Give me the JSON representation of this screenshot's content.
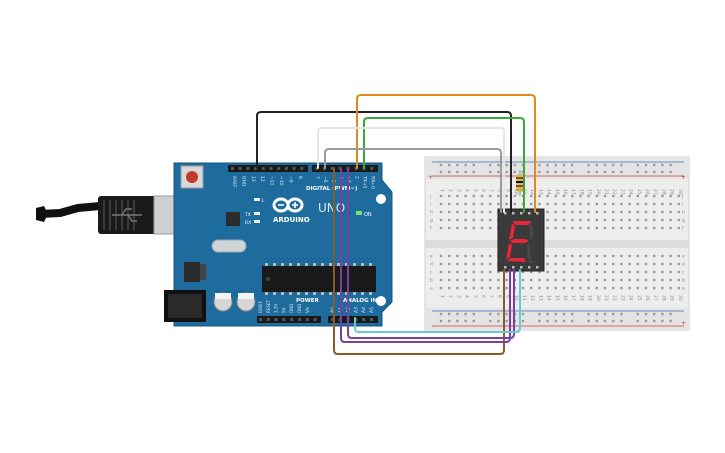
{
  "arduino": {
    "brand": "ARDUINO",
    "model": "UNO",
    "digital_header": "DIGITAL (PWM~)",
    "analog_header": "ANALOG IN",
    "power_header": "POWER",
    "on_led": "ON",
    "tx": "TX",
    "rx": "RX",
    "l_led": "L",
    "top_pins": [
      "AREF",
      "GND",
      "13",
      "12",
      "~11",
      "~10",
      "~9",
      "8",
      "7",
      "~6",
      "~5",
      "4",
      "~3",
      "2",
      "TX→1",
      "RX←0"
    ],
    "power_pins": [
      "IOREF",
      "RESET",
      "3.3V",
      "5V",
      "GND",
      "GND",
      "Vin"
    ],
    "analog_pins": [
      "A0",
      "A1",
      "A2",
      "A3",
      "A4",
      "A5"
    ]
  },
  "breadboard": {
    "col_numbers": [
      "1",
      "2",
      "3",
      "4",
      "5",
      "6",
      "7",
      "8",
      "9",
      "10",
      "11",
      "12",
      "13",
      "14",
      "15",
      "16",
      "17",
      "18",
      "19",
      "20",
      "21",
      "22",
      "23",
      "24",
      "25",
      "26",
      "27",
      "28",
      "29",
      "30"
    ],
    "row_letters_top": [
      "j",
      "i",
      "h",
      "g",
      "f"
    ],
    "row_letters_bottom": [
      "e",
      "d",
      "c",
      "b",
      "a"
    ],
    "rail_plus": "+",
    "rail_minus": "−"
  },
  "display": {
    "digit": "E",
    "segment_color": "#e8283a"
  },
  "colors": {
    "board": "#1e6b9e",
    "wire_black": "#222222",
    "wire_orange": "#e08a1e",
    "wire_green": "#3aa83a",
    "wire_white": "#e6e6e6",
    "wire_gray": "#9a9a9a",
    "wire_purple": "#7b3fa3",
    "wire_cyan": "#6cc7cf",
    "wire_brown": "#8a5a2b"
  }
}
